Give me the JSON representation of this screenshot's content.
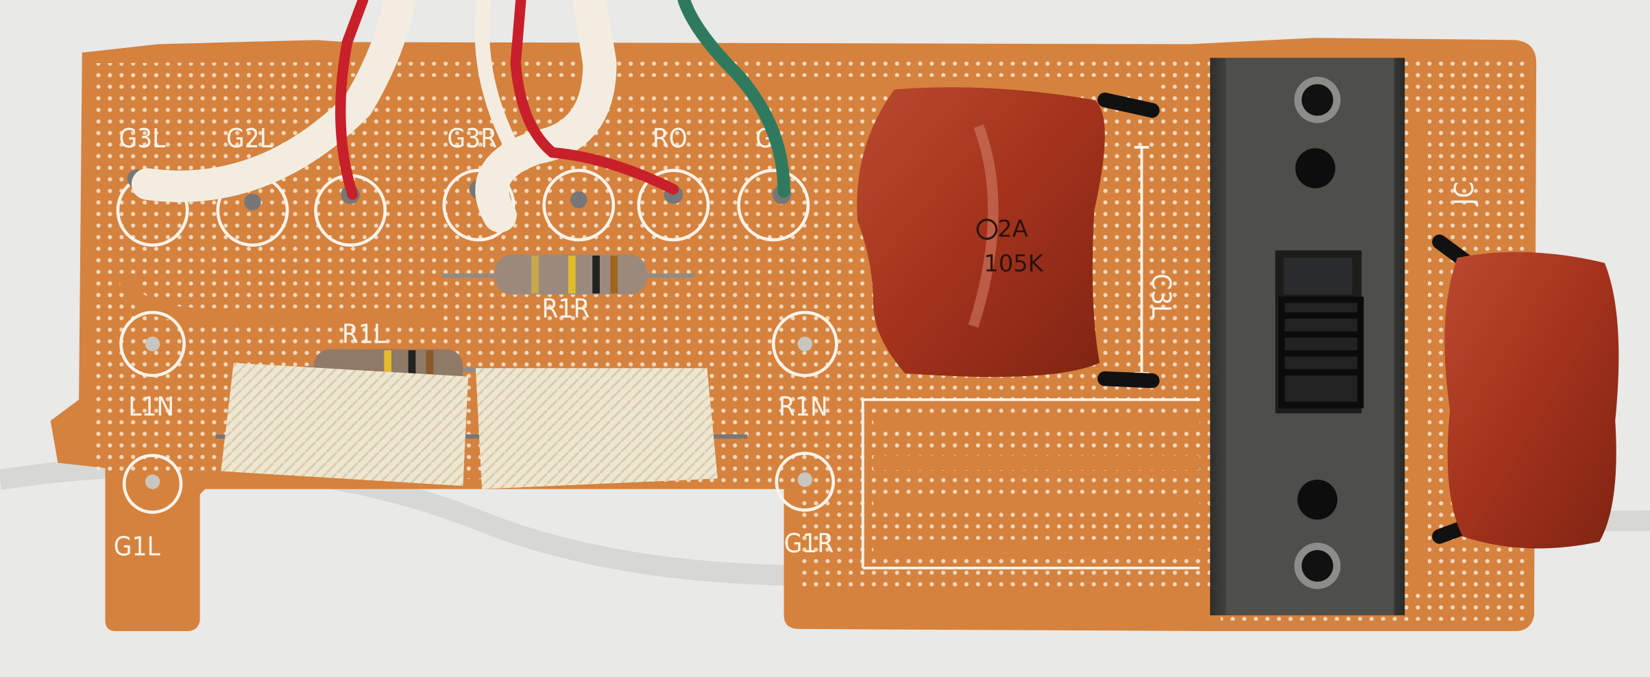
{
  "pcb": {
    "pad_labels": {
      "g3l": "G3L",
      "g2l": "G2L",
      "g3r": "G3R",
      "ro": "RO",
      "g_partial": "G",
      "l1n": "L1N",
      "r1n": "R1N",
      "g1l": "G1L",
      "g1r": "G1R"
    },
    "component_labels": {
      "r1r": "R1R",
      "r1l": "R1L",
      "c3l": "C3L",
      "jc": "JC"
    },
    "capacitor_marking": {
      "line1": "2A",
      "line2": "105K"
    }
  },
  "colors": {
    "background_cloth": "#e9e9e7",
    "board": "#d5823e",
    "silkscreen": "#fbf3ea",
    "capacitor": "#a8361f",
    "switch_body": "#4a4a48",
    "wire_red": "#c8202a",
    "wire_green": "#2f7a5e",
    "wire_white": "#f2ede0"
  }
}
